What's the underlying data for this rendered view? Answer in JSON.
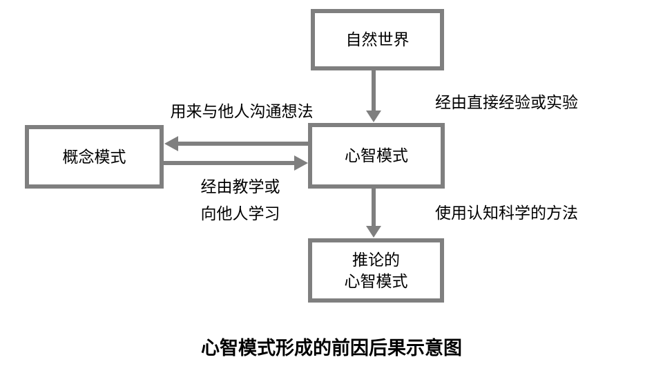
{
  "title": "心智模式形成的前因后果示意图",
  "colors": {
    "shape_gray": "#7f7f7f",
    "text_color": "#000000",
    "background": "#ffffff"
  },
  "nodes": {
    "natural_world": "自然世界",
    "mental_model": "心智模式",
    "conceptual_model": "概念模式",
    "inferred_mental_model": "推论的\n心智模式"
  },
  "edge_labels": {
    "direct_experience": "经由直接经验或实验",
    "communicate_ideas": "用来与他人沟通想法",
    "teach_or_learn": "经由教学或\n向他人学习",
    "cognitive_science": "使用认知科学的方法"
  }
}
